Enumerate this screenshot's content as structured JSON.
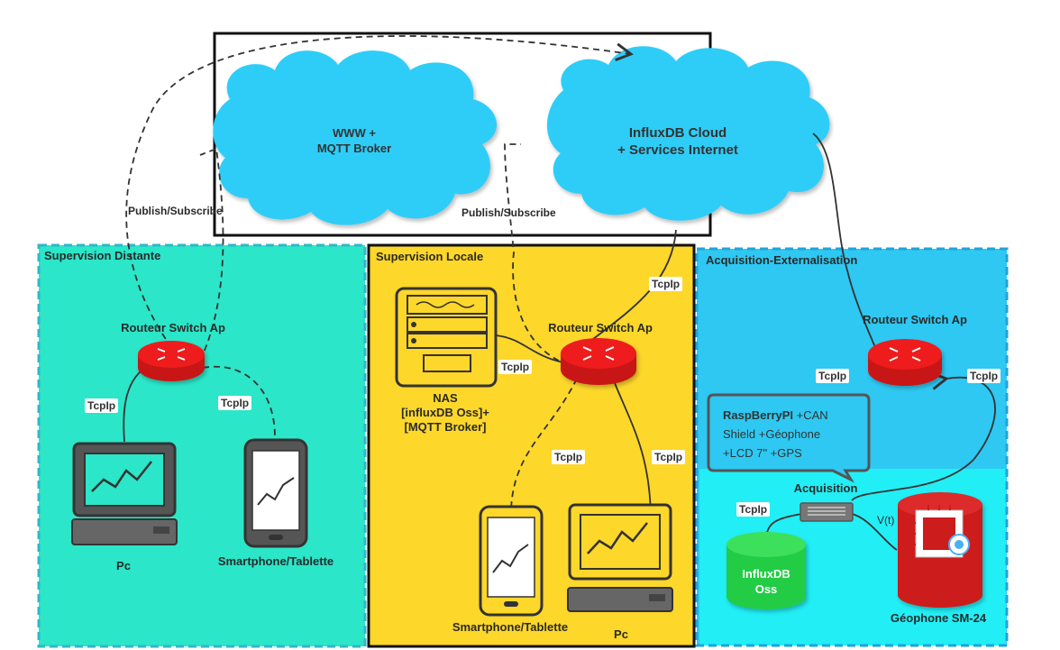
{
  "zones": {
    "distante": "Supervision Distante",
    "locale": "Supervision Locale",
    "acquisition": "Acquisition-Externalisation"
  },
  "clouds": {
    "www_line1": "WWW +",
    "www_line2": "MQTT Broker",
    "influx_line1": "InfluxDB Cloud",
    "influx_line2": "+ Services Internet"
  },
  "edges": {
    "publish_left": "Publish/Subscribe",
    "publish_right": "Publish/Subscribe",
    "tcp": "TcpIp",
    "voltage": "V(t)"
  },
  "routers": {
    "distante": "Routeur Switch Ap",
    "locale": "Routeur Switch Ap",
    "acquisition": "Routeur Switch Ap"
  },
  "devices": {
    "pc_distante": "Pc",
    "phone_distante": "Smartphone/Tablette",
    "nas_line1": "NAS",
    "nas_line2": "[influxDB Oss]+",
    "nas_line3": "[MQTT Broker]",
    "phone_locale": "Smartphone/Tablette",
    "pc_locale": "Pc",
    "acquisition": "Acquisition",
    "influx_oss_line1": "InfluxDB",
    "influx_oss_line2": "Oss",
    "geophone": "Géophone SM-24"
  },
  "bubble": {
    "bold": "RaspBerryPI",
    "line1_rest": " +CAN",
    "line2": "Shield +Géophone",
    "line3": "+LCD 7\" +GPS"
  },
  "colors": {
    "distante_bg": "#2be6c8",
    "locale_bg": "#fdd72a",
    "acquisition_bg": "#2ec8f2",
    "acquisition_inner_bg": "#22eef5",
    "cloud": "#2ecdf7",
    "router": "#ee1c1c",
    "database": "#22cc44",
    "geophone": "#cc1a1a"
  }
}
